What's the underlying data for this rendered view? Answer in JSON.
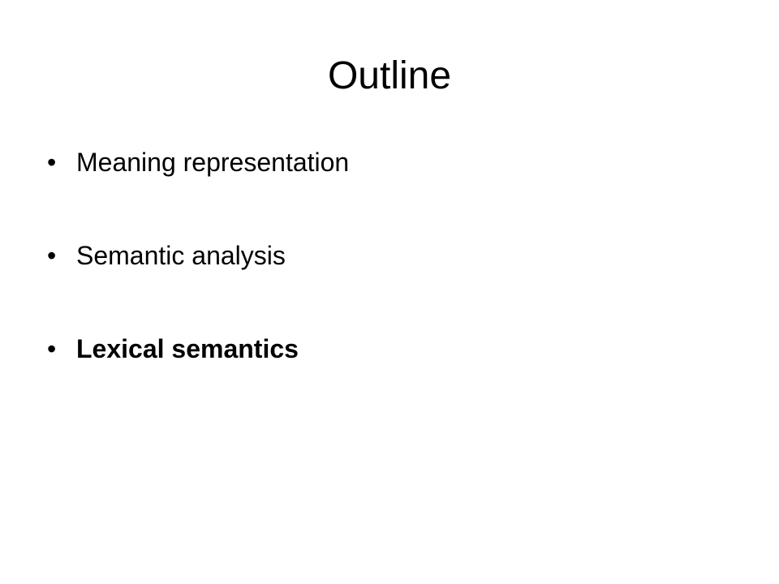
{
  "slide": {
    "title": "Outline",
    "bullet_glyph": "•",
    "items": [
      {
        "label": "Meaning representation",
        "bold": false
      },
      {
        "label": "Semantic analysis",
        "bold": false
      },
      {
        "label": "Lexical semantics",
        "bold": true
      }
    ]
  }
}
